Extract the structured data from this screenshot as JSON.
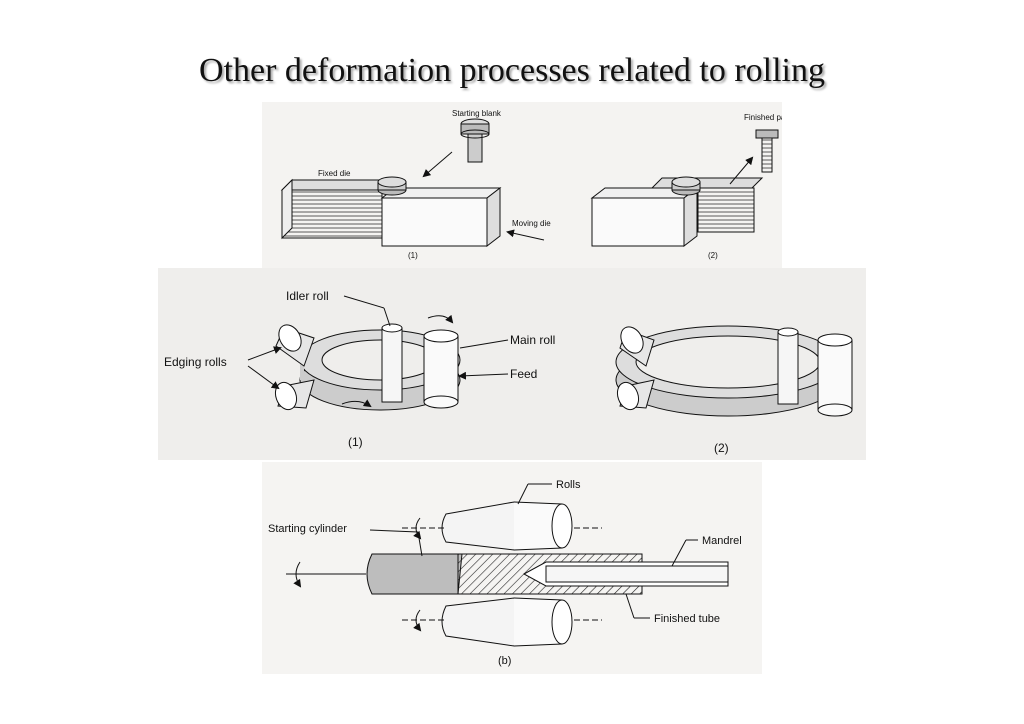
{
  "title": "Other deformation processes related to rolling",
  "thread_rolling": {
    "starting_blank": "Starting blank",
    "finished_part": "Finished pa",
    "fixed_die": "Fixed die",
    "moving_die": "Moving die",
    "step1": "(1)",
    "step2": "(2)"
  },
  "ring_rolling": {
    "idler_roll": "Idler roll",
    "main_roll": "Main roll",
    "edging_rolls": "Edging rolls",
    "feed": "Feed",
    "step1": "(1)",
    "step2": "(2)"
  },
  "tube_piercing": {
    "rolls": "Rolls",
    "starting_cylinder": "Starting cylinder",
    "mandrel": "Mandrel",
    "finished_tube": "Finished tube",
    "caption": "(b)"
  }
}
